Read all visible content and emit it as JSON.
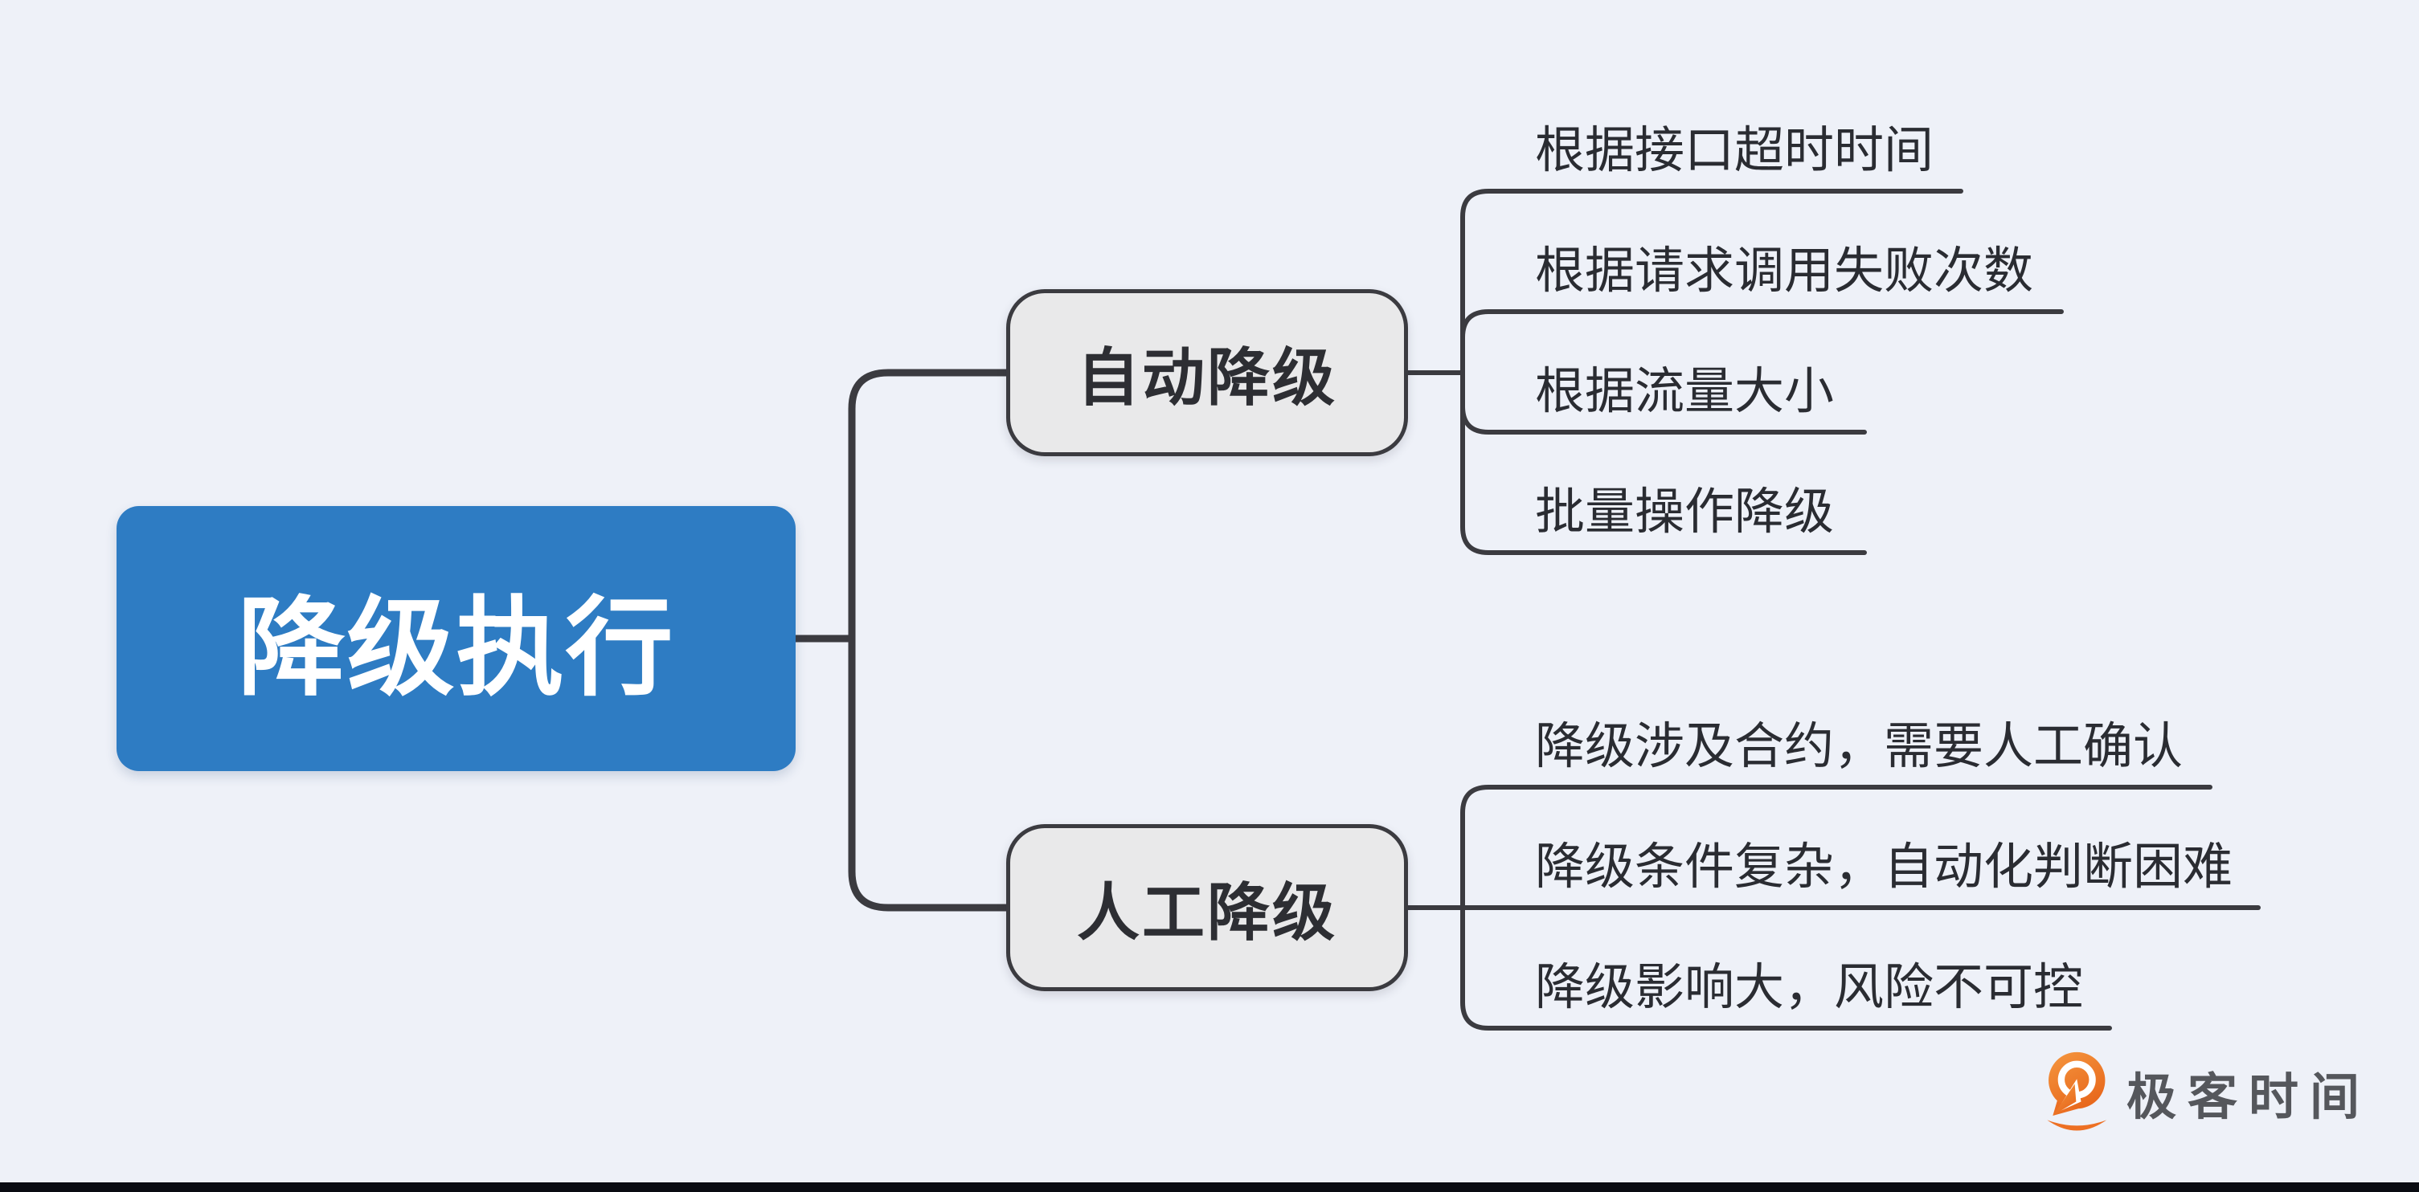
{
  "mindmap": {
    "root": {
      "label": "降级执行"
    },
    "branches": [
      {
        "label": "自动降级",
        "leaves": [
          "根据接口超时时间",
          "根据请求调用失败次数",
          "根据流量大小",
          "批量操作降级"
        ]
      },
      {
        "label": "人工降级",
        "leaves": [
          "降级涉及合约，需要人工确认",
          "降级条件复杂，自动化判断困难",
          "降级影响大，风险不可控"
        ]
      }
    ]
  },
  "footer": {
    "logo_text": "极客时间"
  },
  "colors": {
    "background": "#eef1f8",
    "line": "#3b3b40",
    "root_fill": "#2e7cc3",
    "root_text": "#ffffff",
    "branch_fill": "#e9e9ea",
    "branch_border": "#3b3b40",
    "branch_text": "#2d2e33",
    "leaf_text": "#2a2c32",
    "logo_orange": "#ed7024",
    "logo_text": "#55575c",
    "bottom_bar": "#0a0c12"
  }
}
